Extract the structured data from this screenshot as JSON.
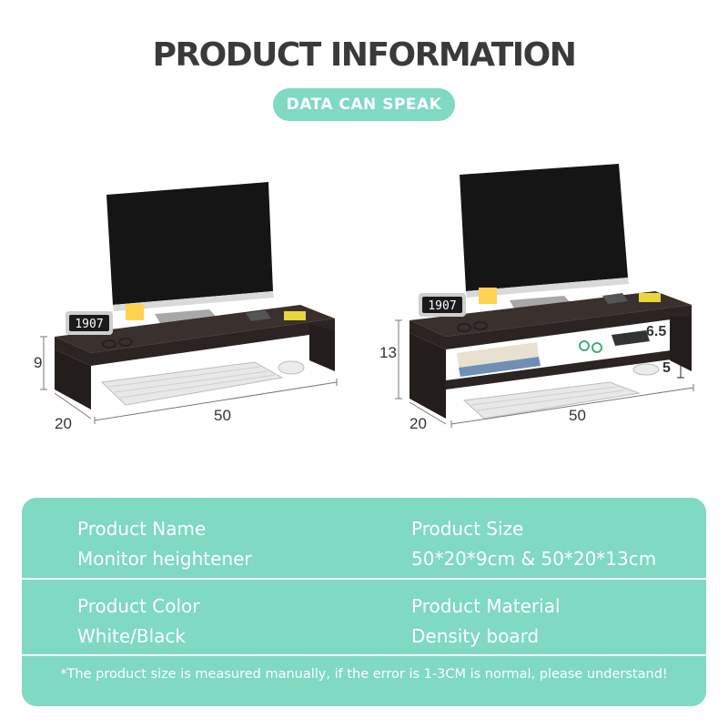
{
  "header": {
    "title": "PRODUCT INFORMATION",
    "badge": "DATA CAN SPEAK"
  },
  "illustrations": {
    "left": {
      "clock": "1907",
      "height_label": "9",
      "depth_label": "20",
      "width_label": "50"
    },
    "right": {
      "clock": "1907",
      "height_label": "13",
      "depth_label": "20",
      "width_label": "50",
      "upper_gap_label": "6.5",
      "lower_gap_label": "5"
    }
  },
  "specs": {
    "product_name_label": "Product Name",
    "product_name_value": "Monitor heightener",
    "product_size_label": "Product Size",
    "product_size_value": "50*20*9cm & 50*20*13cm",
    "product_color_label": "Product Color",
    "product_color_value": "White/Black",
    "product_material_label": "Product Material",
    "product_material_value": "Density board",
    "note": "*The product size is measured manually, if the error is 1-3CM is normal, please understand!"
  },
  "colors": {
    "accent": "#7fd9c3",
    "title": "#3a3a3a",
    "stand": "#2b2422"
  }
}
